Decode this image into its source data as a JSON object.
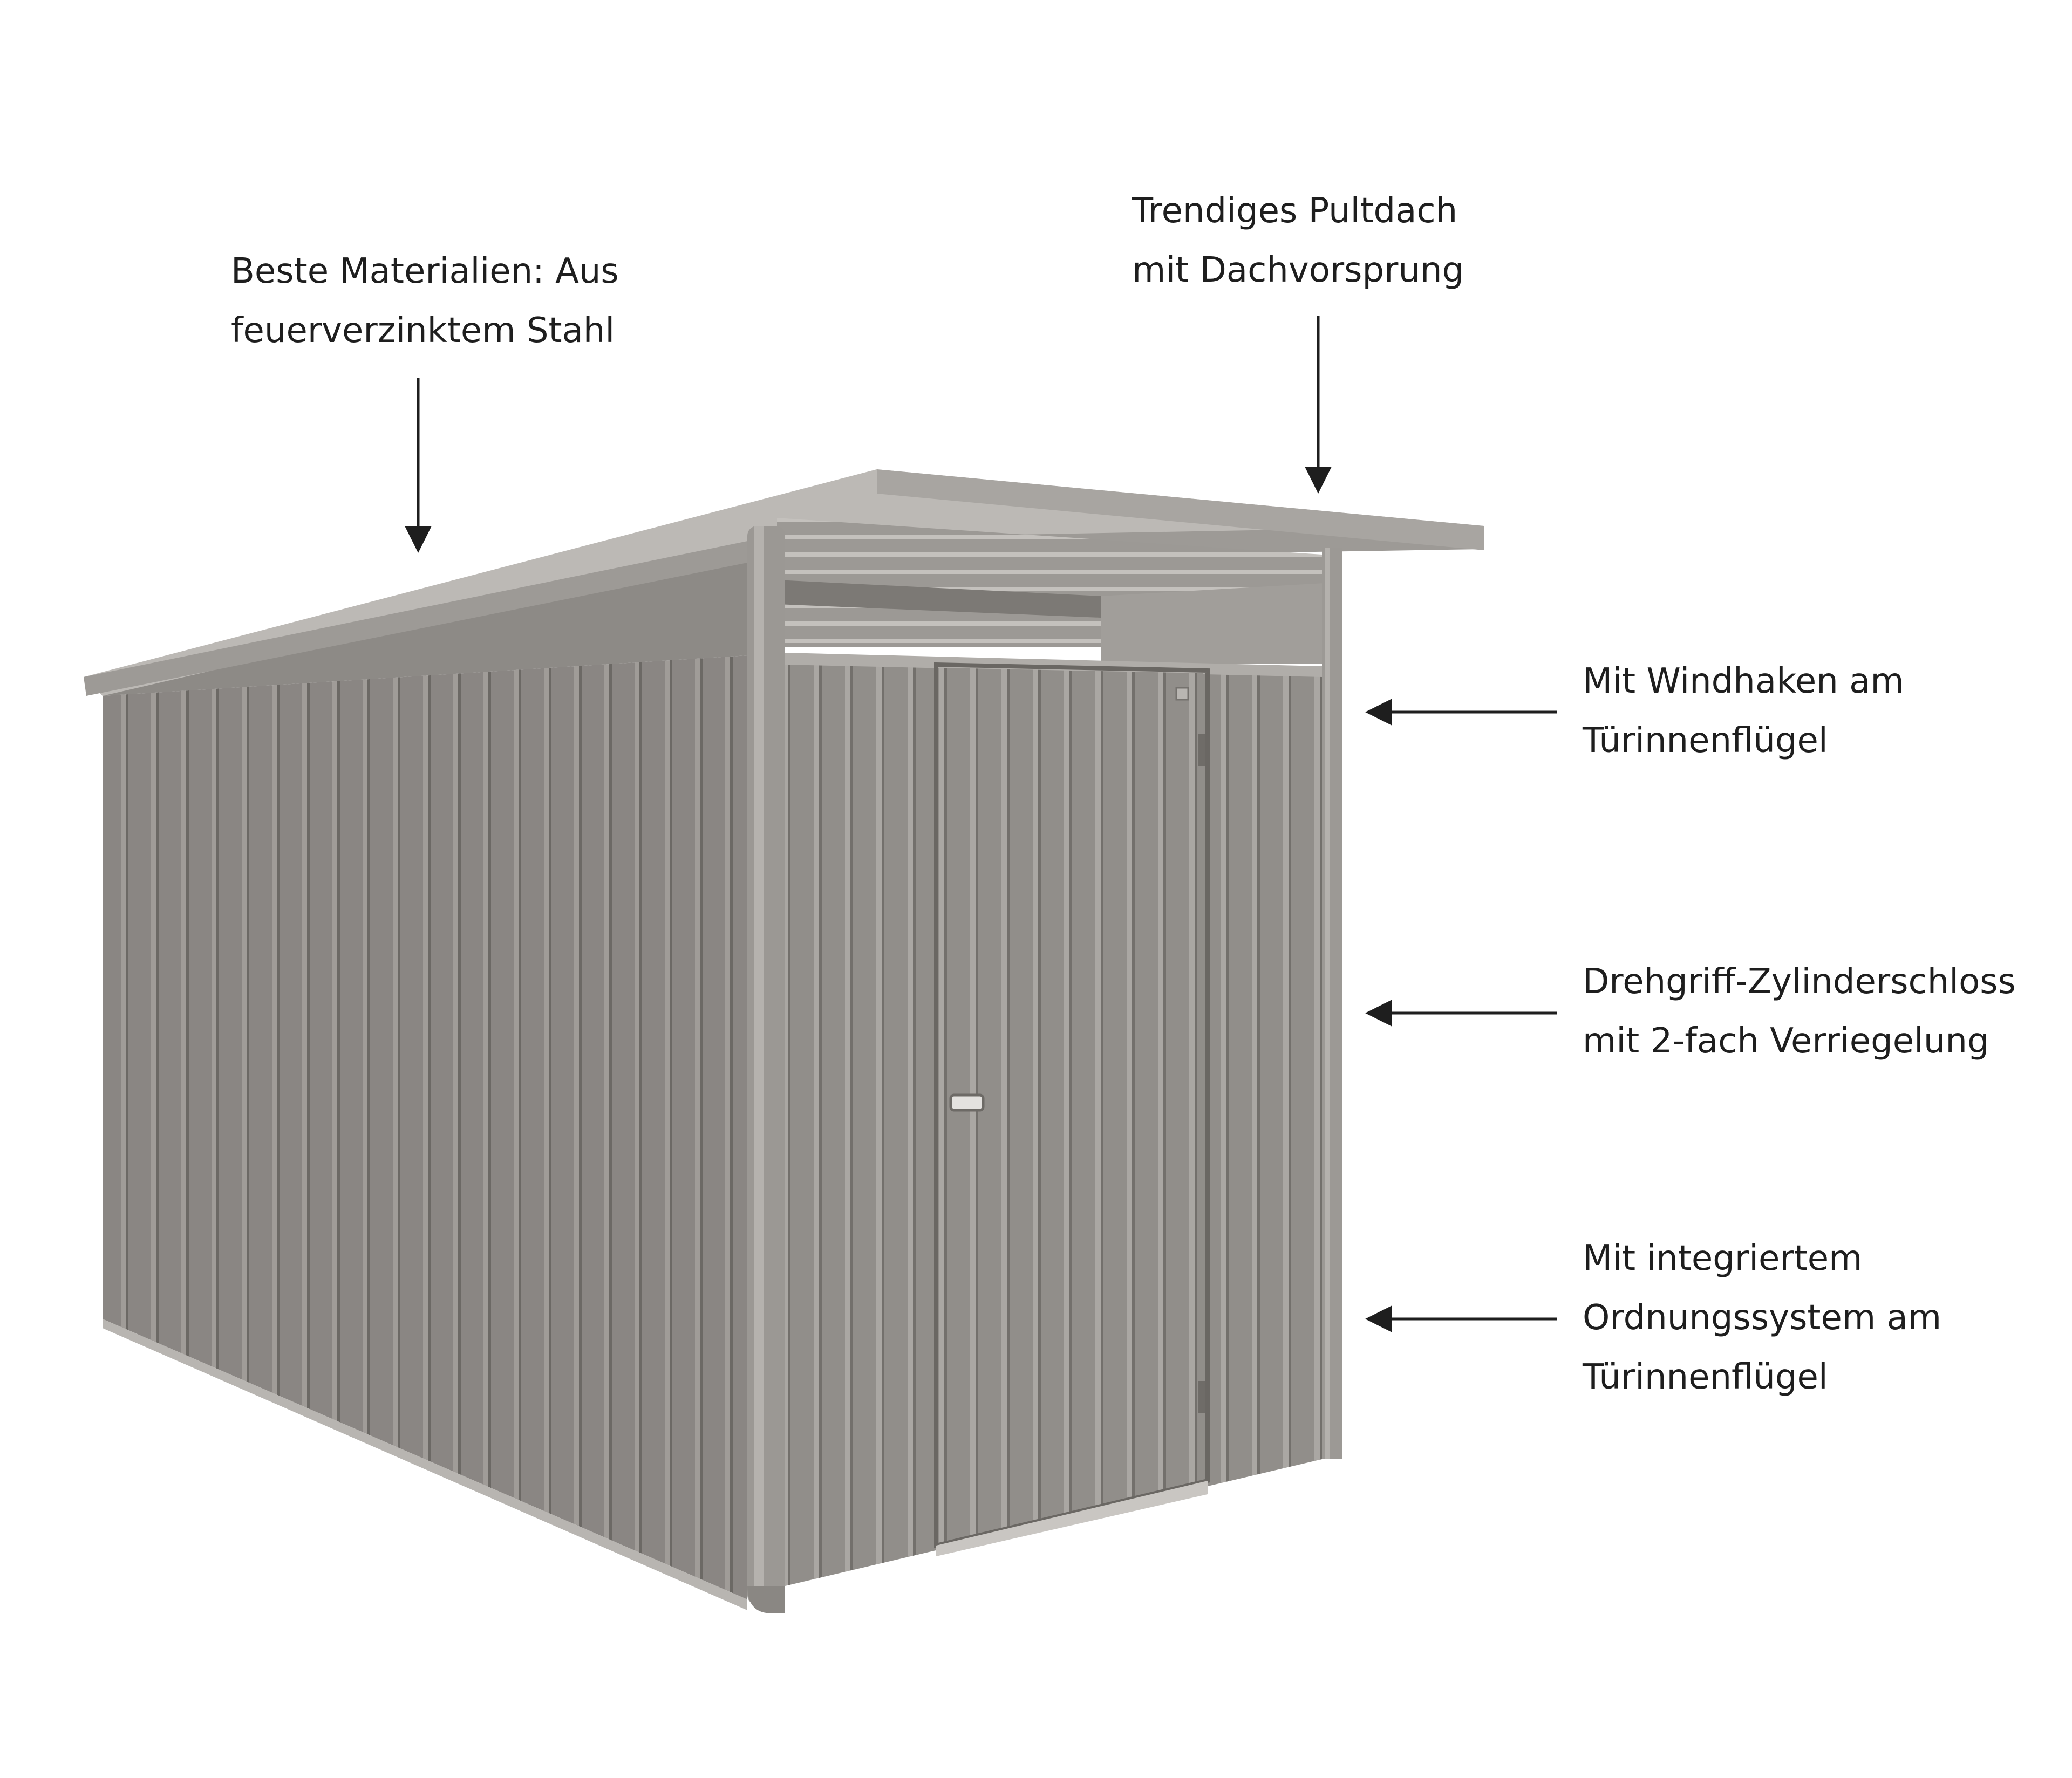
{
  "callouts": {
    "materials": {
      "line1": "Beste Materialien: Aus",
      "line2": "feuerverzinktem Stahl"
    },
    "roof": {
      "line1": "Trendiges Pultdach",
      "line2": "mit Dachvorsprung"
    },
    "windhook": {
      "line1": "Mit Windhaken am",
      "line2": "Türinnenflügel"
    },
    "lock": {
      "line1": "Drehgriff-Zylinderschloss",
      "line2": "mit 2-fach Verriegelung"
    },
    "storage": {
      "line1": "Mit integriertem",
      "line2": "Ordnungssystem am",
      "line3": "Türinnenflügel"
    }
  },
  "colors": {
    "panel": "#8e8b87",
    "panel_dark": "#7a7773",
    "panel_light": "#a9a6a2",
    "roof": "#b3b0ac",
    "text": "#1e1e1e"
  }
}
